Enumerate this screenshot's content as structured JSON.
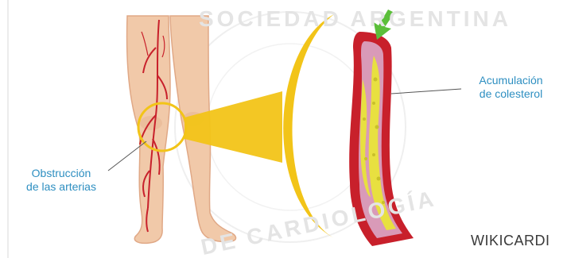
{
  "labels": {
    "obstruction": "Obstrucción\nde las arterias",
    "cholesterol": "Acumulación\nde colesterol"
  },
  "watermark": {
    "top": "SOCIEDAD ARGENTINA",
    "bottom": "DE CARDIOLOGÍA"
  },
  "brand": "WIKICARDI",
  "colors": {
    "skin": "#f1c9a9",
    "skin_shadow": "#e3ad8a",
    "artery": "#c8202b",
    "magnifier": "#f2c418",
    "plaque": "#e8e040",
    "vessel_inner": "#d99ab8",
    "arrow": "#5bbf3a",
    "label": "#2e8fc1"
  },
  "icons": [
    "green-arrow-icon",
    "magnifier-circle-icon"
  ]
}
